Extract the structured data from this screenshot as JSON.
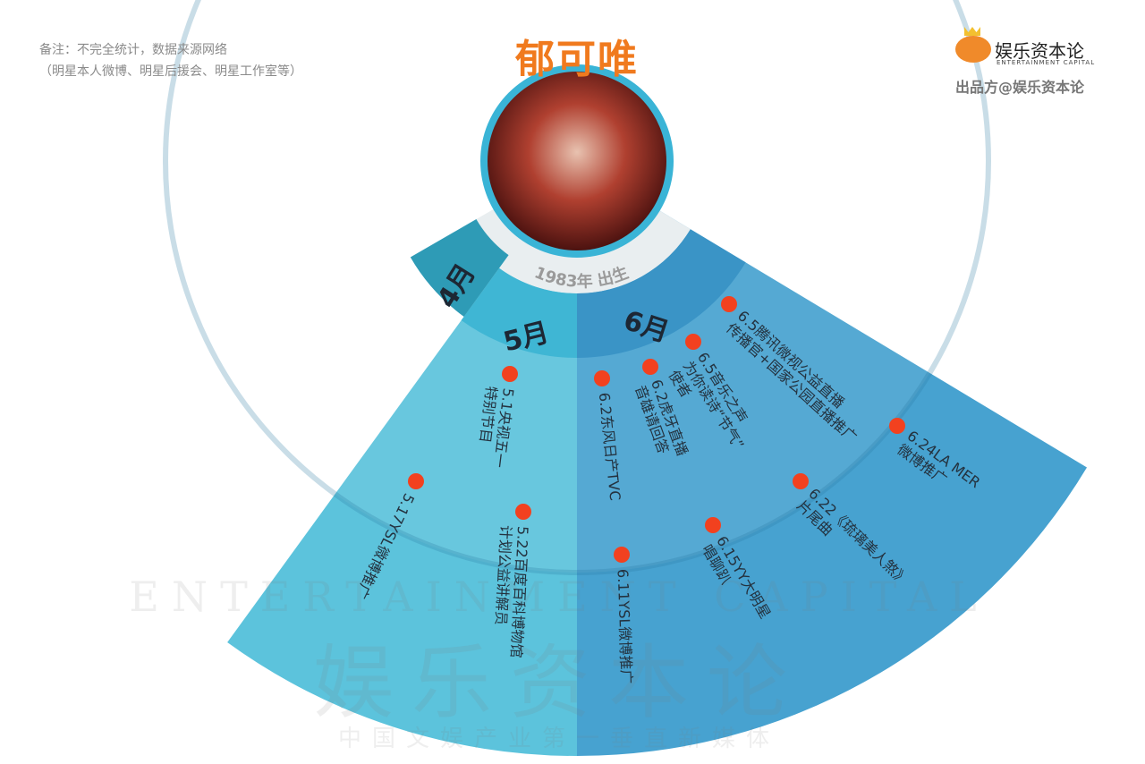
{
  "note": {
    "line1": "备注：不完全统计，数据来源网络",
    "line2": "（明星本人微博、明星后援会、明星工作室等）"
  },
  "title": "郁可唯",
  "birth": "1983年 出生",
  "brand": {
    "logo_cn": "娱乐资本论",
    "logo_en": "ENTERTAINMENT CAPITAL",
    "producer": "出品方@娱乐资本论"
  },
  "watermark": {
    "en": "ENTERTAINMENT CAPITAL",
    "cn": "娱乐资本论",
    "slogan": "中国文娱产业第一垂直新媒体"
  },
  "months": [
    "4月",
    "5月",
    "6月"
  ],
  "events": [
    {
      "month": "5月",
      "lines": [
        "5.1央视五一",
        "特别节目"
      ]
    },
    {
      "month": "5月",
      "lines": [
        "5.17YSL微博推广"
      ]
    },
    {
      "month": "5月",
      "lines": [
        "5.22百度百科博物馆",
        "计划公益讲解员"
      ]
    },
    {
      "month": "6月",
      "lines": [
        "6.2东风日产TVC"
      ]
    },
    {
      "month": "6月",
      "lines": [
        "6.11YSL微博推广"
      ]
    },
    {
      "month": "6月",
      "lines": [
        "6.2虎牙直播",
        "音雄请回答"
      ]
    },
    {
      "month": "6月",
      "lines": [
        "6.5音乐之声",
        "为你读诗“节气”",
        "使者"
      ]
    },
    {
      "month": "6月",
      "lines": [
        "6.5腾讯微视公益直播",
        "传播官+国家公园直播推广"
      ]
    },
    {
      "month": "6月",
      "lines": [
        "6.15YY大明星",
        "唱聊趴"
      ]
    },
    {
      "month": "6月",
      "lines": [
        "6.22《琉璃美人煞》",
        "片尾曲"
      ]
    },
    {
      "month": "6月",
      "lines": [
        "6.24LA MER",
        "微博推广"
      ]
    }
  ],
  "colors": {
    "title": "#f07a1e",
    "may": "#5cc3dc",
    "june": "#47a2d0",
    "april": "#2e9bb6",
    "dot": "#f2411f"
  }
}
